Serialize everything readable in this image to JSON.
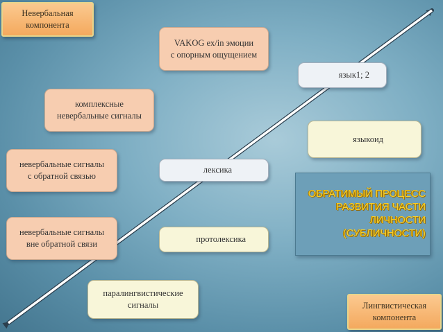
{
  "corner_top_left": "Невербальная\nкомпонента",
  "corner_bottom_right": "Лингвистическая\nкомпонента",
  "boxes": {
    "vakog": "VAKOG ex/in эмоции\nс опорным ощущением",
    "lang12": "язык1; 2",
    "complex_signals": "комплексные\nневербальные сигналы",
    "languoid": "языкоид",
    "feedback_signals": "невербальные сигналы\nс обратной связью",
    "lexis": "лексика",
    "no_feedback_signals": "невербальные сигналы\nвне обратной связи",
    "protolexis": "протолексика",
    "paralinguistic": "паралингвистические\nсигналы"
  },
  "process_label": "ОБРАТИМЫЙ ПРОЦЕСС\nРАЗВИТИЯ ЧАСТИ\nЛИЧНОСТИ\n(СУБЛИЧНОСТИ)",
  "colors": {
    "arrow": "#ffffff",
    "process_text": "#f7cf2a",
    "panel": "#6d9fb8"
  }
}
